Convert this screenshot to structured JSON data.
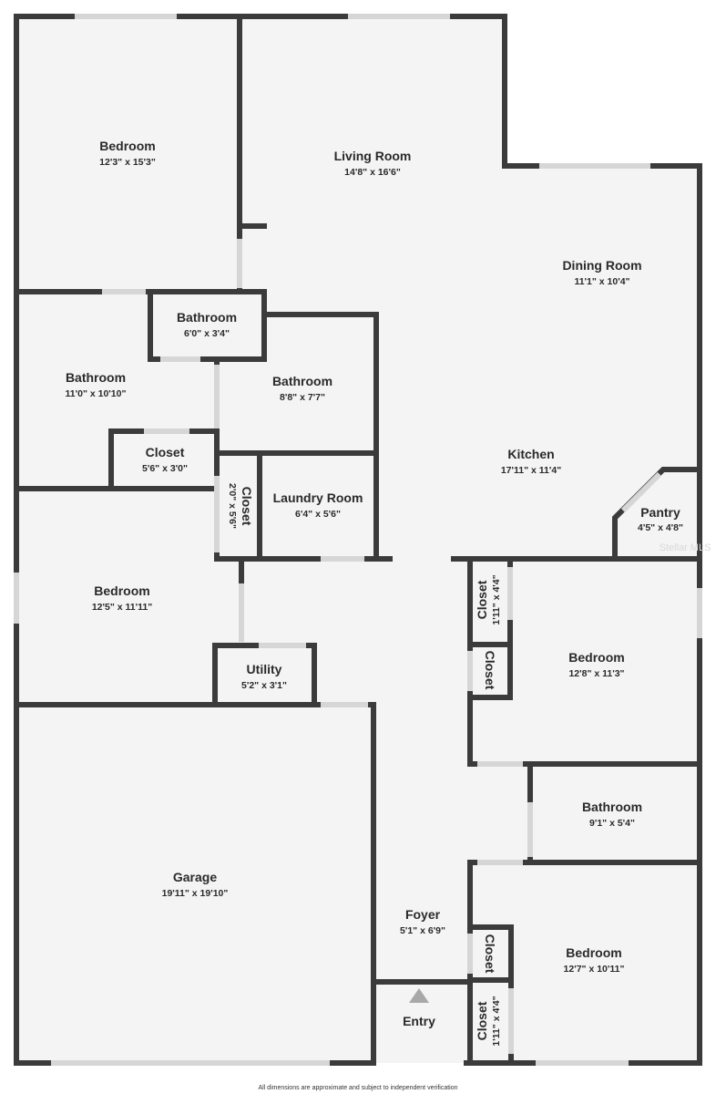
{
  "rooms": {
    "bedroom_nw": {
      "name": "Bedroom",
      "dims": "12'3\" x 15'3\""
    },
    "living_room": {
      "name": "Living Room",
      "dims": "14'8\" x 16'6\""
    },
    "dining_room": {
      "name": "Dining Room",
      "dims": "11'1\" x 10'4\""
    },
    "bathroom_small": {
      "name": "Bathroom",
      "dims": "6'0\" x 3'4\""
    },
    "bathroom_west": {
      "name": "Bathroom",
      "dims": "11'0\" x 10'10\""
    },
    "bathroom_mid": {
      "name": "Bathroom",
      "dims": "8'8\" x 7'7\""
    },
    "closet_west": {
      "name": "Closet",
      "dims": "5'6\" x 3'0\""
    },
    "closet_vert": {
      "name": "Closet",
      "dims": "2'0\" x 5'6\""
    },
    "laundry_room": {
      "name": "Laundry Room",
      "dims": "6'4\" x 5'6\""
    },
    "kitchen": {
      "name": "Kitchen",
      "dims": "17'11\" x 11'4\""
    },
    "pantry": {
      "name": "Pantry",
      "dims": "4'5\" x 4'8\""
    },
    "bedroom_w": {
      "name": "Bedroom",
      "dims": "12'5\" x 11'11\""
    },
    "utility": {
      "name": "Utility",
      "dims": "5'2\" x 3'1\""
    },
    "closet_e1": {
      "name": "Closet",
      "dims": "1'11\" x 4'4\""
    },
    "closet_e2": {
      "name": "Closet",
      "dims": ""
    },
    "bedroom_e": {
      "name": "Bedroom",
      "dims": "12'8\" x 11'3\""
    },
    "bathroom_e": {
      "name": "Bathroom",
      "dims": "9'1\" x 5'4\""
    },
    "garage": {
      "name": "Garage",
      "dims": "19'11\" x 19'10\""
    },
    "foyer": {
      "name": "Foyer",
      "dims": "5'1\" x 6'9\""
    },
    "closet_se1": {
      "name": "Closet",
      "dims": ""
    },
    "bedroom_se": {
      "name": "Bedroom",
      "dims": "12'7\" x 10'11\""
    },
    "closet_se2": {
      "name": "Closet",
      "dims": "1'11\" x 4'4\""
    }
  },
  "entry_label": "Entry",
  "footnote": "All dimensions are approximate and subject to independent verification",
  "watermark": "Stellar MLS",
  "colors": {
    "wall": "#3b3b3b",
    "floor": "#f4f4f4",
    "window": "#d6d6d6",
    "entry_arrow": "#a8a8a8"
  }
}
